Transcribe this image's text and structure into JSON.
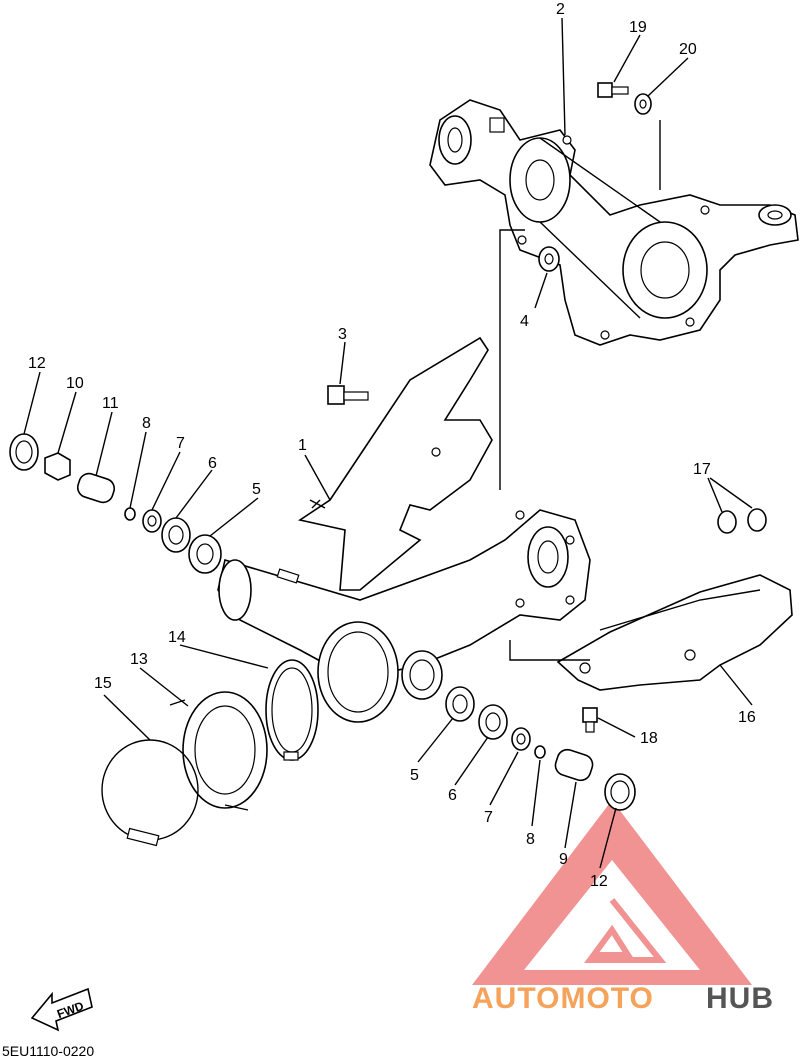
{
  "diagram": {
    "part_labels": [
      {
        "id": "p2",
        "text": "2"
      },
      {
        "id": "p19",
        "text": "19"
      },
      {
        "id": "p20",
        "text": "20"
      },
      {
        "id": "p4",
        "text": "4"
      },
      {
        "id": "p3",
        "text": "3"
      },
      {
        "id": "p12a",
        "text": "12"
      },
      {
        "id": "p10",
        "text": "10"
      },
      {
        "id": "p11",
        "text": "11"
      },
      {
        "id": "p8a",
        "text": "8"
      },
      {
        "id": "p7a",
        "text": "7"
      },
      {
        "id": "p6a",
        "text": "6"
      },
      {
        "id": "p5a",
        "text": "5"
      },
      {
        "id": "p1",
        "text": "1"
      },
      {
        "id": "p17",
        "text": "17"
      },
      {
        "id": "p14",
        "text": "14"
      },
      {
        "id": "p13",
        "text": "13"
      },
      {
        "id": "p15",
        "text": "15"
      },
      {
        "id": "p16",
        "text": "16"
      },
      {
        "id": "p18",
        "text": "18"
      },
      {
        "id": "p5b",
        "text": "5"
      },
      {
        "id": "p6b",
        "text": "6"
      },
      {
        "id": "p7b",
        "text": "7"
      },
      {
        "id": "p8b",
        "text": "8"
      },
      {
        "id": "p9",
        "text": "9"
      },
      {
        "id": "p12b",
        "text": "12"
      }
    ],
    "fwd_label": "FWD",
    "code": "5EU1110-0220"
  },
  "watermark": {
    "part1": "AUTOMOTO",
    "part2": "HUB",
    "color_accent": "#f5a25a",
    "color_dark": "#555555",
    "triangle_color": "#f08080"
  }
}
